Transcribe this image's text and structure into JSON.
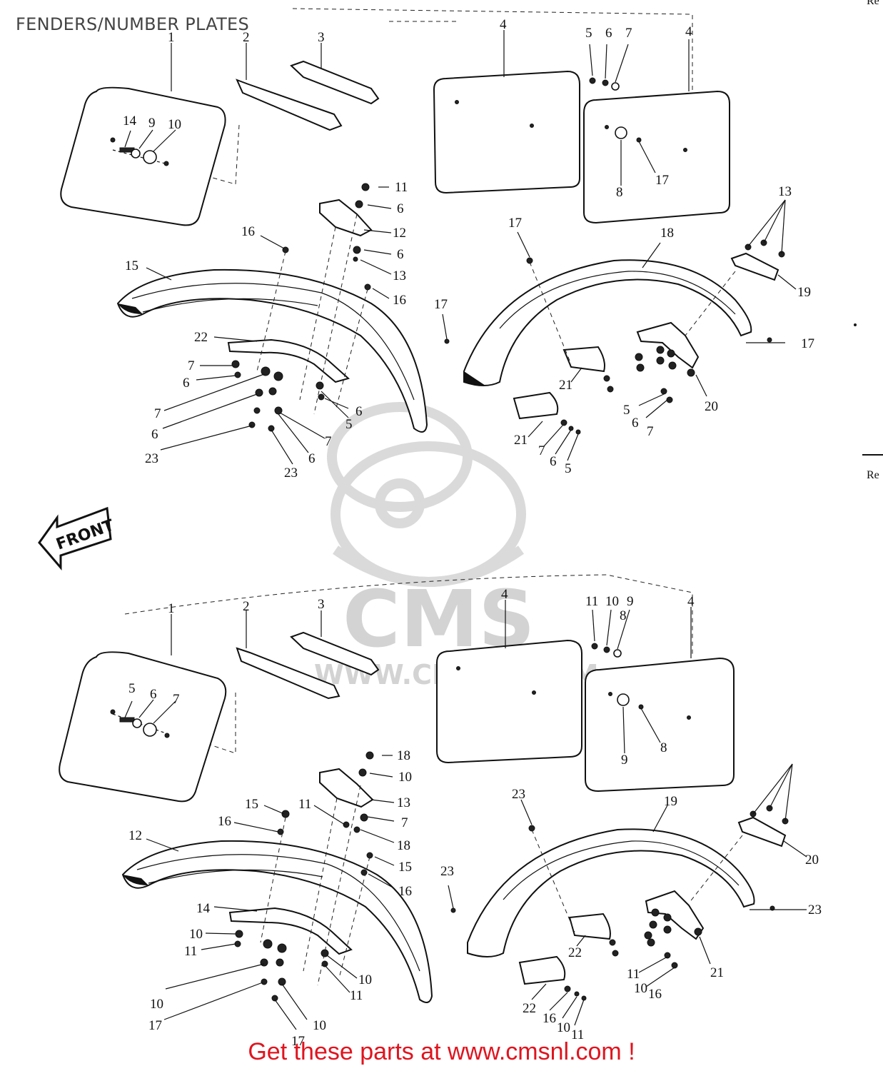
{
  "page": {
    "title": "FENDERS/NUMBER PLATES",
    "footer_link": "Get these parts at www.cmsnl.com !",
    "edge_label_top": "Re",
    "edge_label_mid": "Re"
  },
  "watermark": {
    "logo_text": "CMS",
    "url_text": "WWW.CMSNL.COM",
    "color": "#cfcfcf"
  },
  "direction_arrow": {
    "label": "FRONT"
  },
  "diagrams": {
    "upper": {
      "callouts": [
        "1",
        "2",
        "3",
        "4",
        "5",
        "6",
        "7",
        "4",
        "14",
        "9",
        "10",
        "8",
        "17",
        "11",
        "6",
        "12",
        "6",
        "13",
        "16",
        "16",
        "15",
        "17",
        "18",
        "13",
        "19",
        "17",
        "17",
        "22",
        "7",
        "6",
        "7",
        "6",
        "23",
        "6",
        "5",
        "7",
        "6",
        "23",
        "21",
        "20",
        "5",
        "6",
        "7",
        "21",
        "7",
        "6",
        "5"
      ]
    },
    "lower": {
      "callouts": [
        "1",
        "2",
        "3",
        "4",
        "11",
        "10",
        "9",
        "4",
        "5",
        "6",
        "7",
        "9",
        "8",
        "18",
        "10",
        "13",
        "7",
        "18",
        "15",
        "16",
        "11",
        "8",
        "12",
        "15",
        "16",
        "23",
        "19",
        "20",
        "23",
        "23",
        "14",
        "10",
        "11",
        "10",
        "11",
        "22",
        "21",
        "10",
        "17",
        "10",
        "17",
        "11",
        "10",
        "16",
        "22",
        "16",
        "10",
        "11"
      ]
    }
  }
}
